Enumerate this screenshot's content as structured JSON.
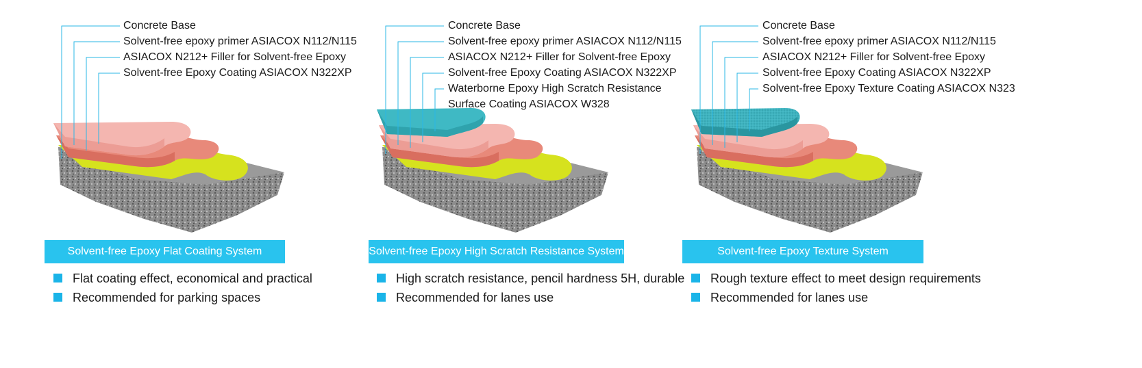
{
  "colors": {
    "accent": "#29c3ee",
    "leader_line": "#29b7e6",
    "concrete": "#8c8c8c",
    "primer": "#d6e21e",
    "filler": "#e8897a",
    "coating": "#f4b6b0",
    "topcoat": "#3fb9c4"
  },
  "systems": [
    {
      "layers": [
        "Concrete Base",
        "Solvent-free epoxy primer ASIACOX N112/N115",
        "ASIACOX N212+ Filler for Solvent-free Epoxy",
        "Solvent-free Epoxy Coating ASIACOX N322XP"
      ],
      "banner": "Solvent-free Epoxy Flat Coating System",
      "bullets": [
        "Flat coating effect, economical and practical",
        "Recommended for parking spaces"
      ]
    },
    {
      "layers": [
        "Concrete Base",
        "Solvent-free epoxy primer ASIACOX N112/N115",
        "ASIACOX N212+ Filler for Solvent-free Epoxy",
        "Solvent-free Epoxy Coating ASIACOX N322XP",
        "Waterborne Epoxy High Scratch Resistance",
        "Surface Coating ASIACOX W328"
      ],
      "banner": "Solvent-free Epoxy High Scratch Resistance System",
      "bullets": [
        "High scratch resistance, pencil hardness 5H, durable",
        "Recommended for lanes use"
      ]
    },
    {
      "layers": [
        "Concrete Base",
        "Solvent-free epoxy primer ASIACOX N112/N115",
        "ASIACOX N212+ Filler for Solvent-free Epoxy",
        "Solvent-free Epoxy Coating ASIACOX N322XP",
        "Solvent-free Epoxy Texture Coating ASIACOX N323"
      ],
      "banner": "Solvent-free Epoxy Texture System",
      "bullets": [
        "Rough texture effect to meet design requirements",
        "Recommended for lanes use"
      ]
    }
  ]
}
